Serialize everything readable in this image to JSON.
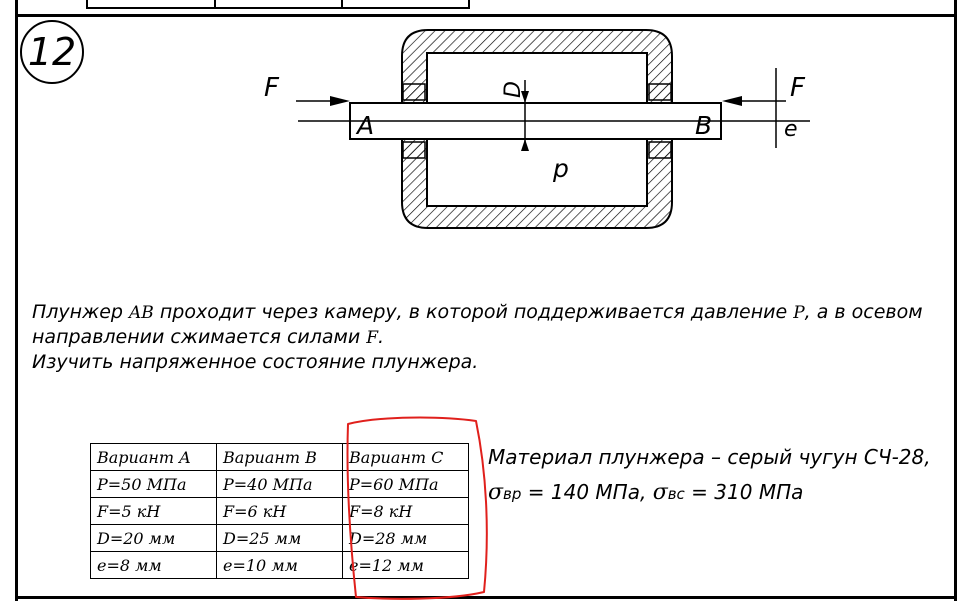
{
  "problem_number": "12",
  "diagram_labels": {
    "force_left": "F",
    "force_right": "F",
    "point_a": "A",
    "point_b": "B",
    "diameter": "D",
    "pressure": "p",
    "eccentricity": "e"
  },
  "statement": {
    "line1_part1": "Плунжер ",
    "ab": "AB",
    "line1_part2": " проходит через камеру, в которой поддерживается давление ",
    "p": "P",
    "line1_part3": ", а в осевом",
    "line2_part1": "направлении сжимается силами ",
    "f": "F",
    "line2_part2": ".",
    "line3": "Изучить напряженное состояние плунжера."
  },
  "variants_table": {
    "rows": [
      [
        "Вариант A",
        "Вариант B",
        "Вариант C"
      ],
      [
        "P=50 МПа",
        "P=40 МПа",
        "P=60 МПа"
      ],
      [
        "F=5 кН",
        "F=6 кН",
        "F=8 кН"
      ],
      [
        "D=20 мм",
        "D=25 мм",
        "D=28 мм"
      ],
      [
        "e=8 мм",
        "e=10 мм",
        "e=12 мм"
      ]
    ]
  },
  "material": {
    "line1": "Материал плунжера – серый чугун СЧ-28,",
    "sigma1": "σ",
    "sub1": "вр",
    "value1": " = 140 МПа, ",
    "sigma2": "σ",
    "sub2": "вс",
    "value2": " = 310 МПа"
  },
  "colors": {
    "ink": "#000000",
    "highlight": "#e0201c"
  }
}
